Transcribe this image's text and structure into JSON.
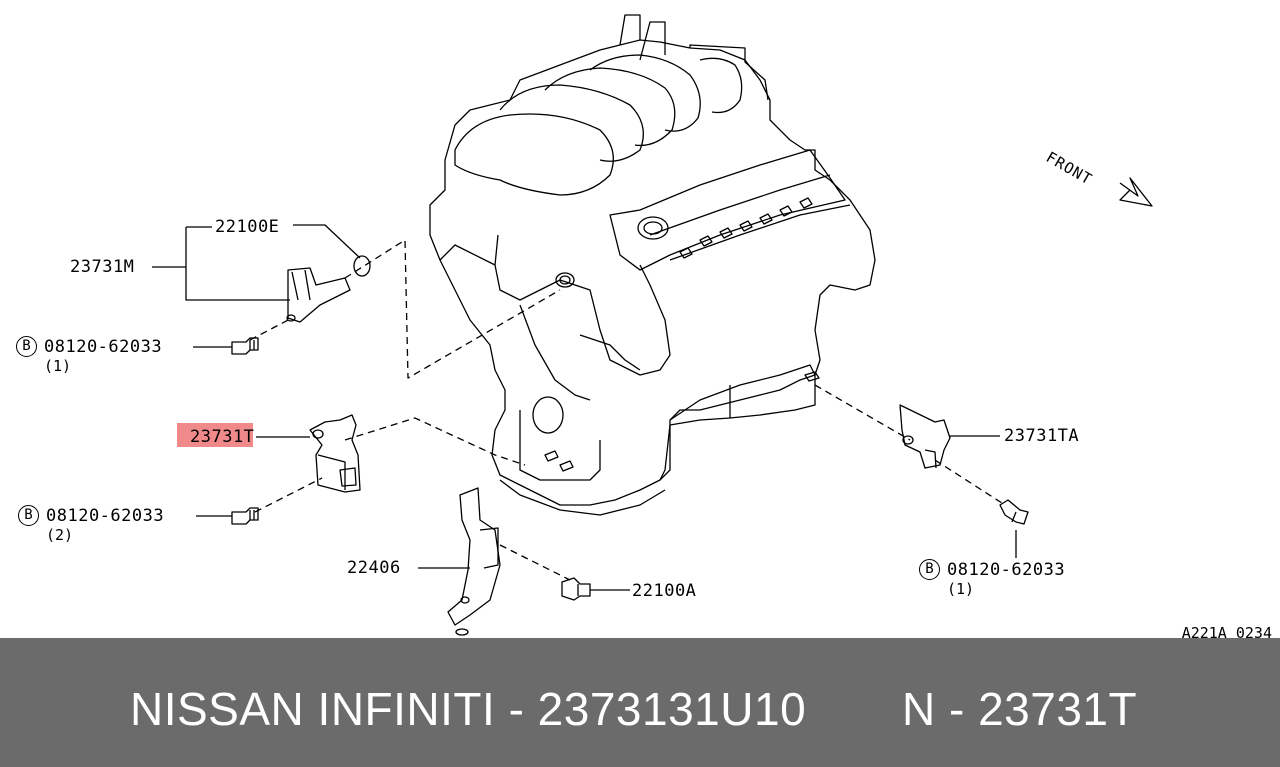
{
  "diagram": {
    "front_label": "FRONT",
    "reference_code": "A221A 0234",
    "callouts": {
      "part_22100E": "22100E",
      "part_23731M": "23731M",
      "bolt_1_code": "08120-62033",
      "bolt_1_qty": "(1)",
      "part_23731T": "23731T",
      "bolt_2_code": "08120-62033",
      "bolt_2_qty": "(2)",
      "part_22406": "22406",
      "part_22100A": "22100A",
      "part_23731TA": "23731TA",
      "bolt_3_code": "08120-62033",
      "bolt_3_qty": "(1)",
      "bolt_symbol": "B"
    },
    "highlight_color": "#f08a8a"
  },
  "footer": {
    "brand_text": "NISSAN INFINITI - 2373131U10",
    "part_code_text": "N - 23731T",
    "background_color": "#6b6b6b"
  }
}
